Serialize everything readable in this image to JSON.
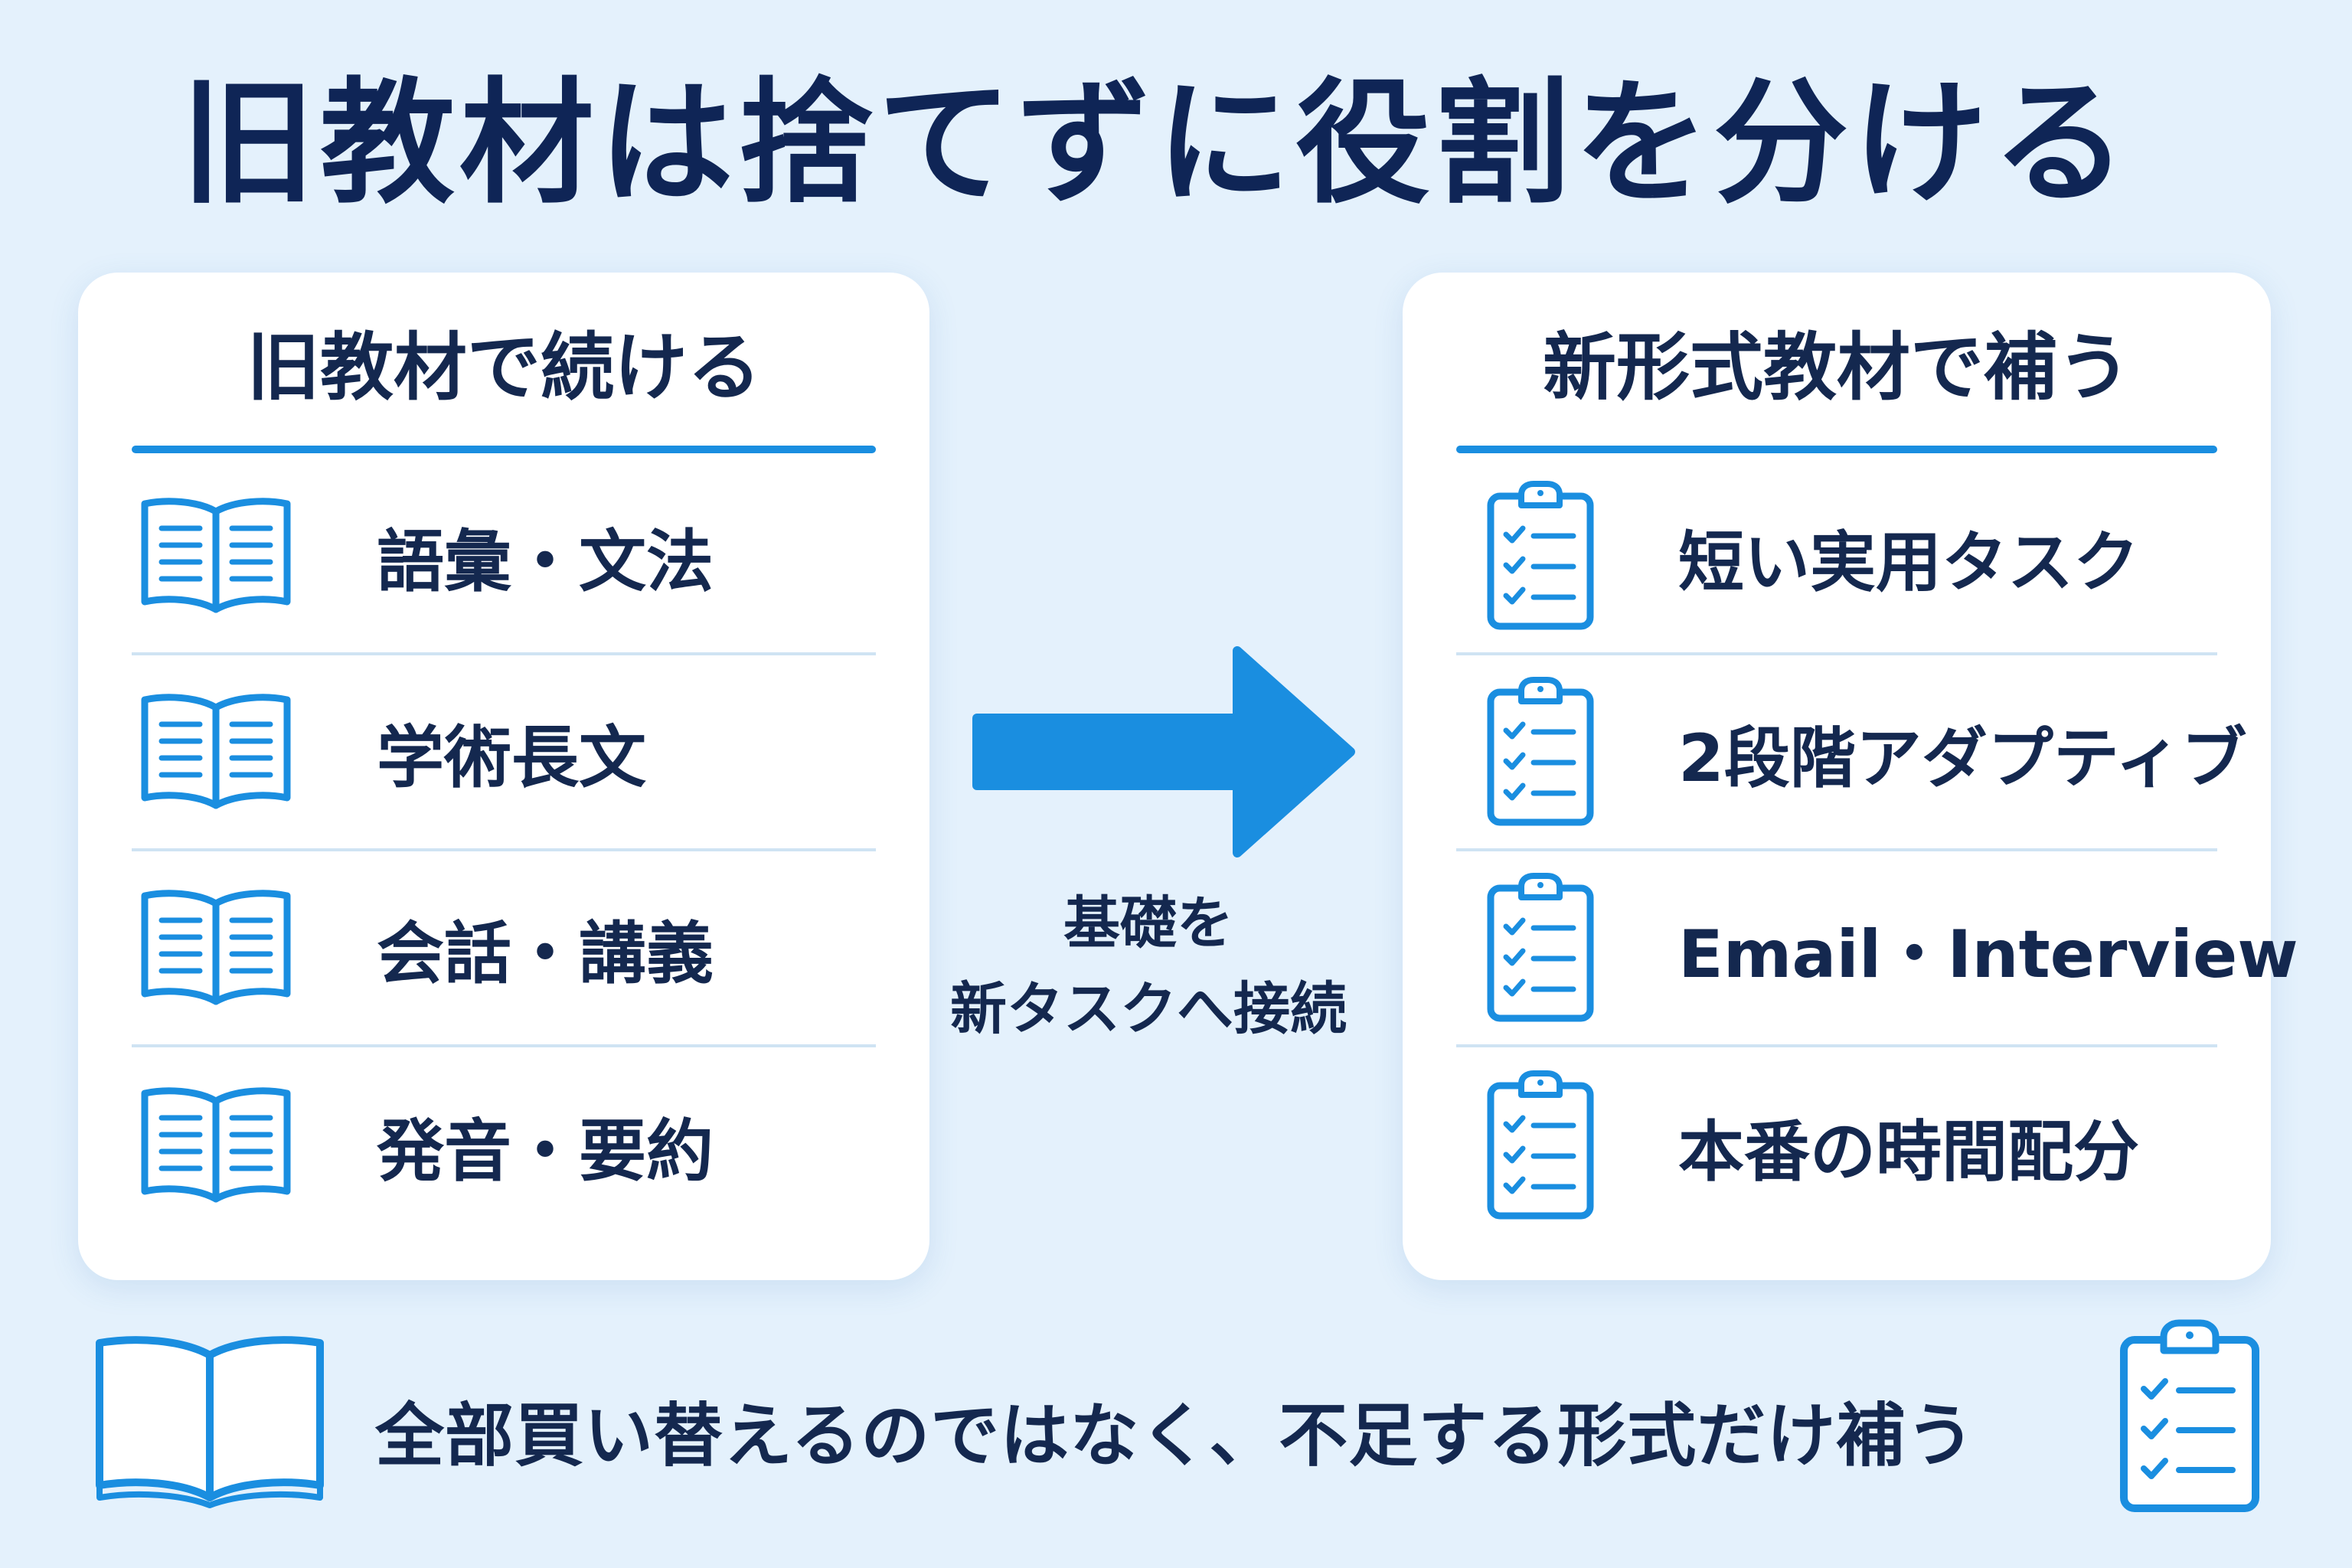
{
  "title": "旧教材は捨てずに役割を分ける",
  "left_panel": {
    "title": "旧教材で続ける",
    "icon": "open-book-icon",
    "items": [
      {
        "label": "語彙・文法"
      },
      {
        "label": "学術長文"
      },
      {
        "label": "会話・講義"
      },
      {
        "label": "発音・要約"
      }
    ]
  },
  "right_panel": {
    "title": "新形式教材で補う",
    "icon": "clipboard-checklist-icon",
    "items": [
      {
        "label": "短い実用タスク"
      },
      {
        "label": "2段階アダプティブ"
      },
      {
        "label": "Email・Interview"
      },
      {
        "label": "本番の時間配分"
      }
    ]
  },
  "connector": {
    "icon": "right-arrow-icon",
    "caption_line1": "基礎を",
    "caption_line2": "新タスクへ接続"
  },
  "footer": {
    "text": "全部買い替えるのではなく、不足する形式だけ補う"
  },
  "colors": {
    "background": "#e4f1fc",
    "accent": "#1a8ee0",
    "text": "#14284f"
  }
}
